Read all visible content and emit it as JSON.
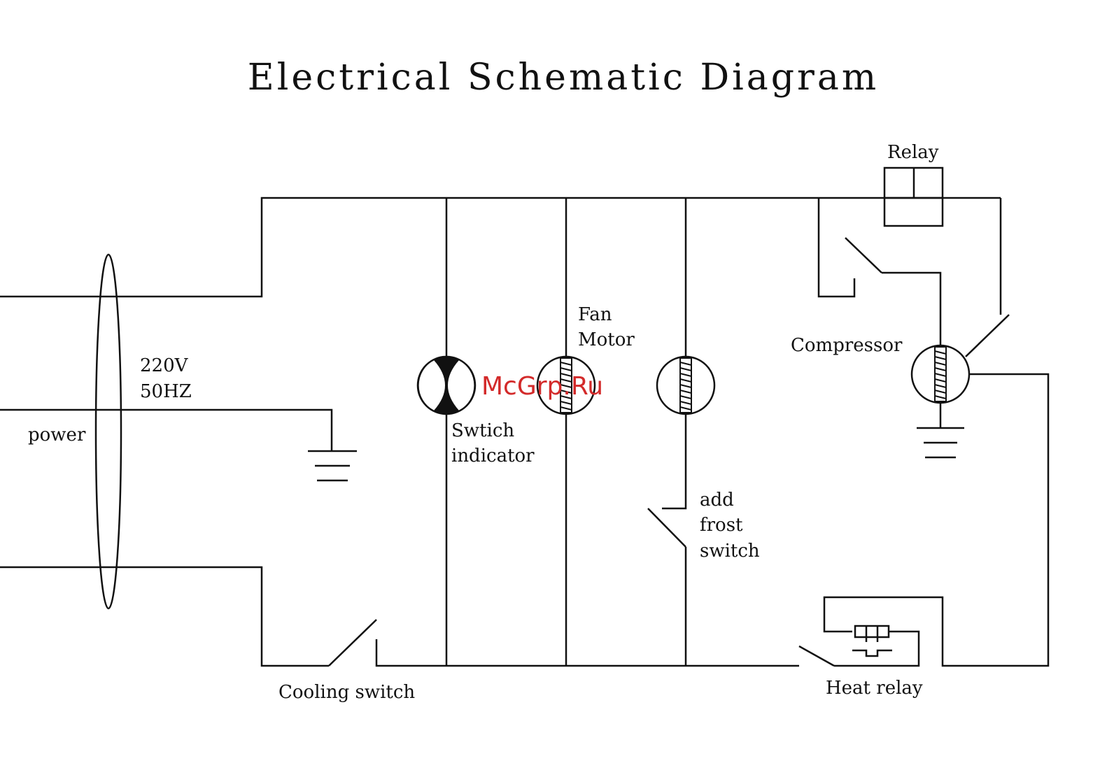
{
  "title": "Electrical Schematic Diagram",
  "labels": {
    "voltage": "220V",
    "frequency": "50HZ",
    "power": "power",
    "fan_motor_line1": "Fan",
    "fan_motor_line2": "Motor",
    "switch_indicator_line1": "Swtich",
    "switch_indicator_line2": "indicator",
    "add_frost_switch_line1": "add",
    "add_frost_switch_line2": "frost",
    "add_frost_switch_line3": "switch",
    "compressor": "Compressor",
    "relay": "Relay",
    "cooling_switch": "Cooling switch",
    "heat_relay": "Heat relay"
  },
  "watermark": "McGrp.Ru",
  "colors": {
    "line": "#111111",
    "watermark": "#d32a2a",
    "background": "#ffffff"
  }
}
